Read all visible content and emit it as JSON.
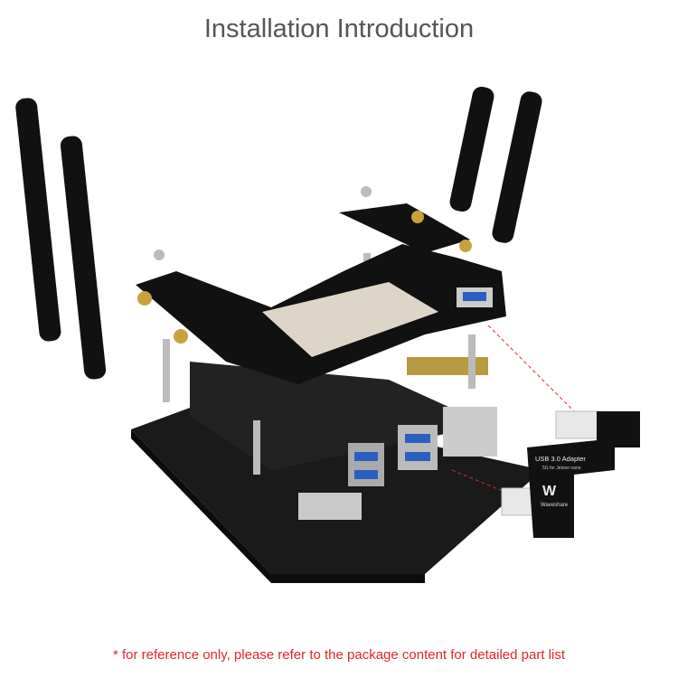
{
  "title": "Installation Introduction",
  "footnote": "* for reference only, please refer to the package content for detailed part list",
  "adapter": {
    "label_line1": "USB 3.0 Adapter",
    "label_line2": "5G for Jetson nano",
    "brand": "Waveshare"
  },
  "colors": {
    "title": "#555555",
    "footnote": "#e0262b",
    "guide_line": "#e0262b"
  }
}
